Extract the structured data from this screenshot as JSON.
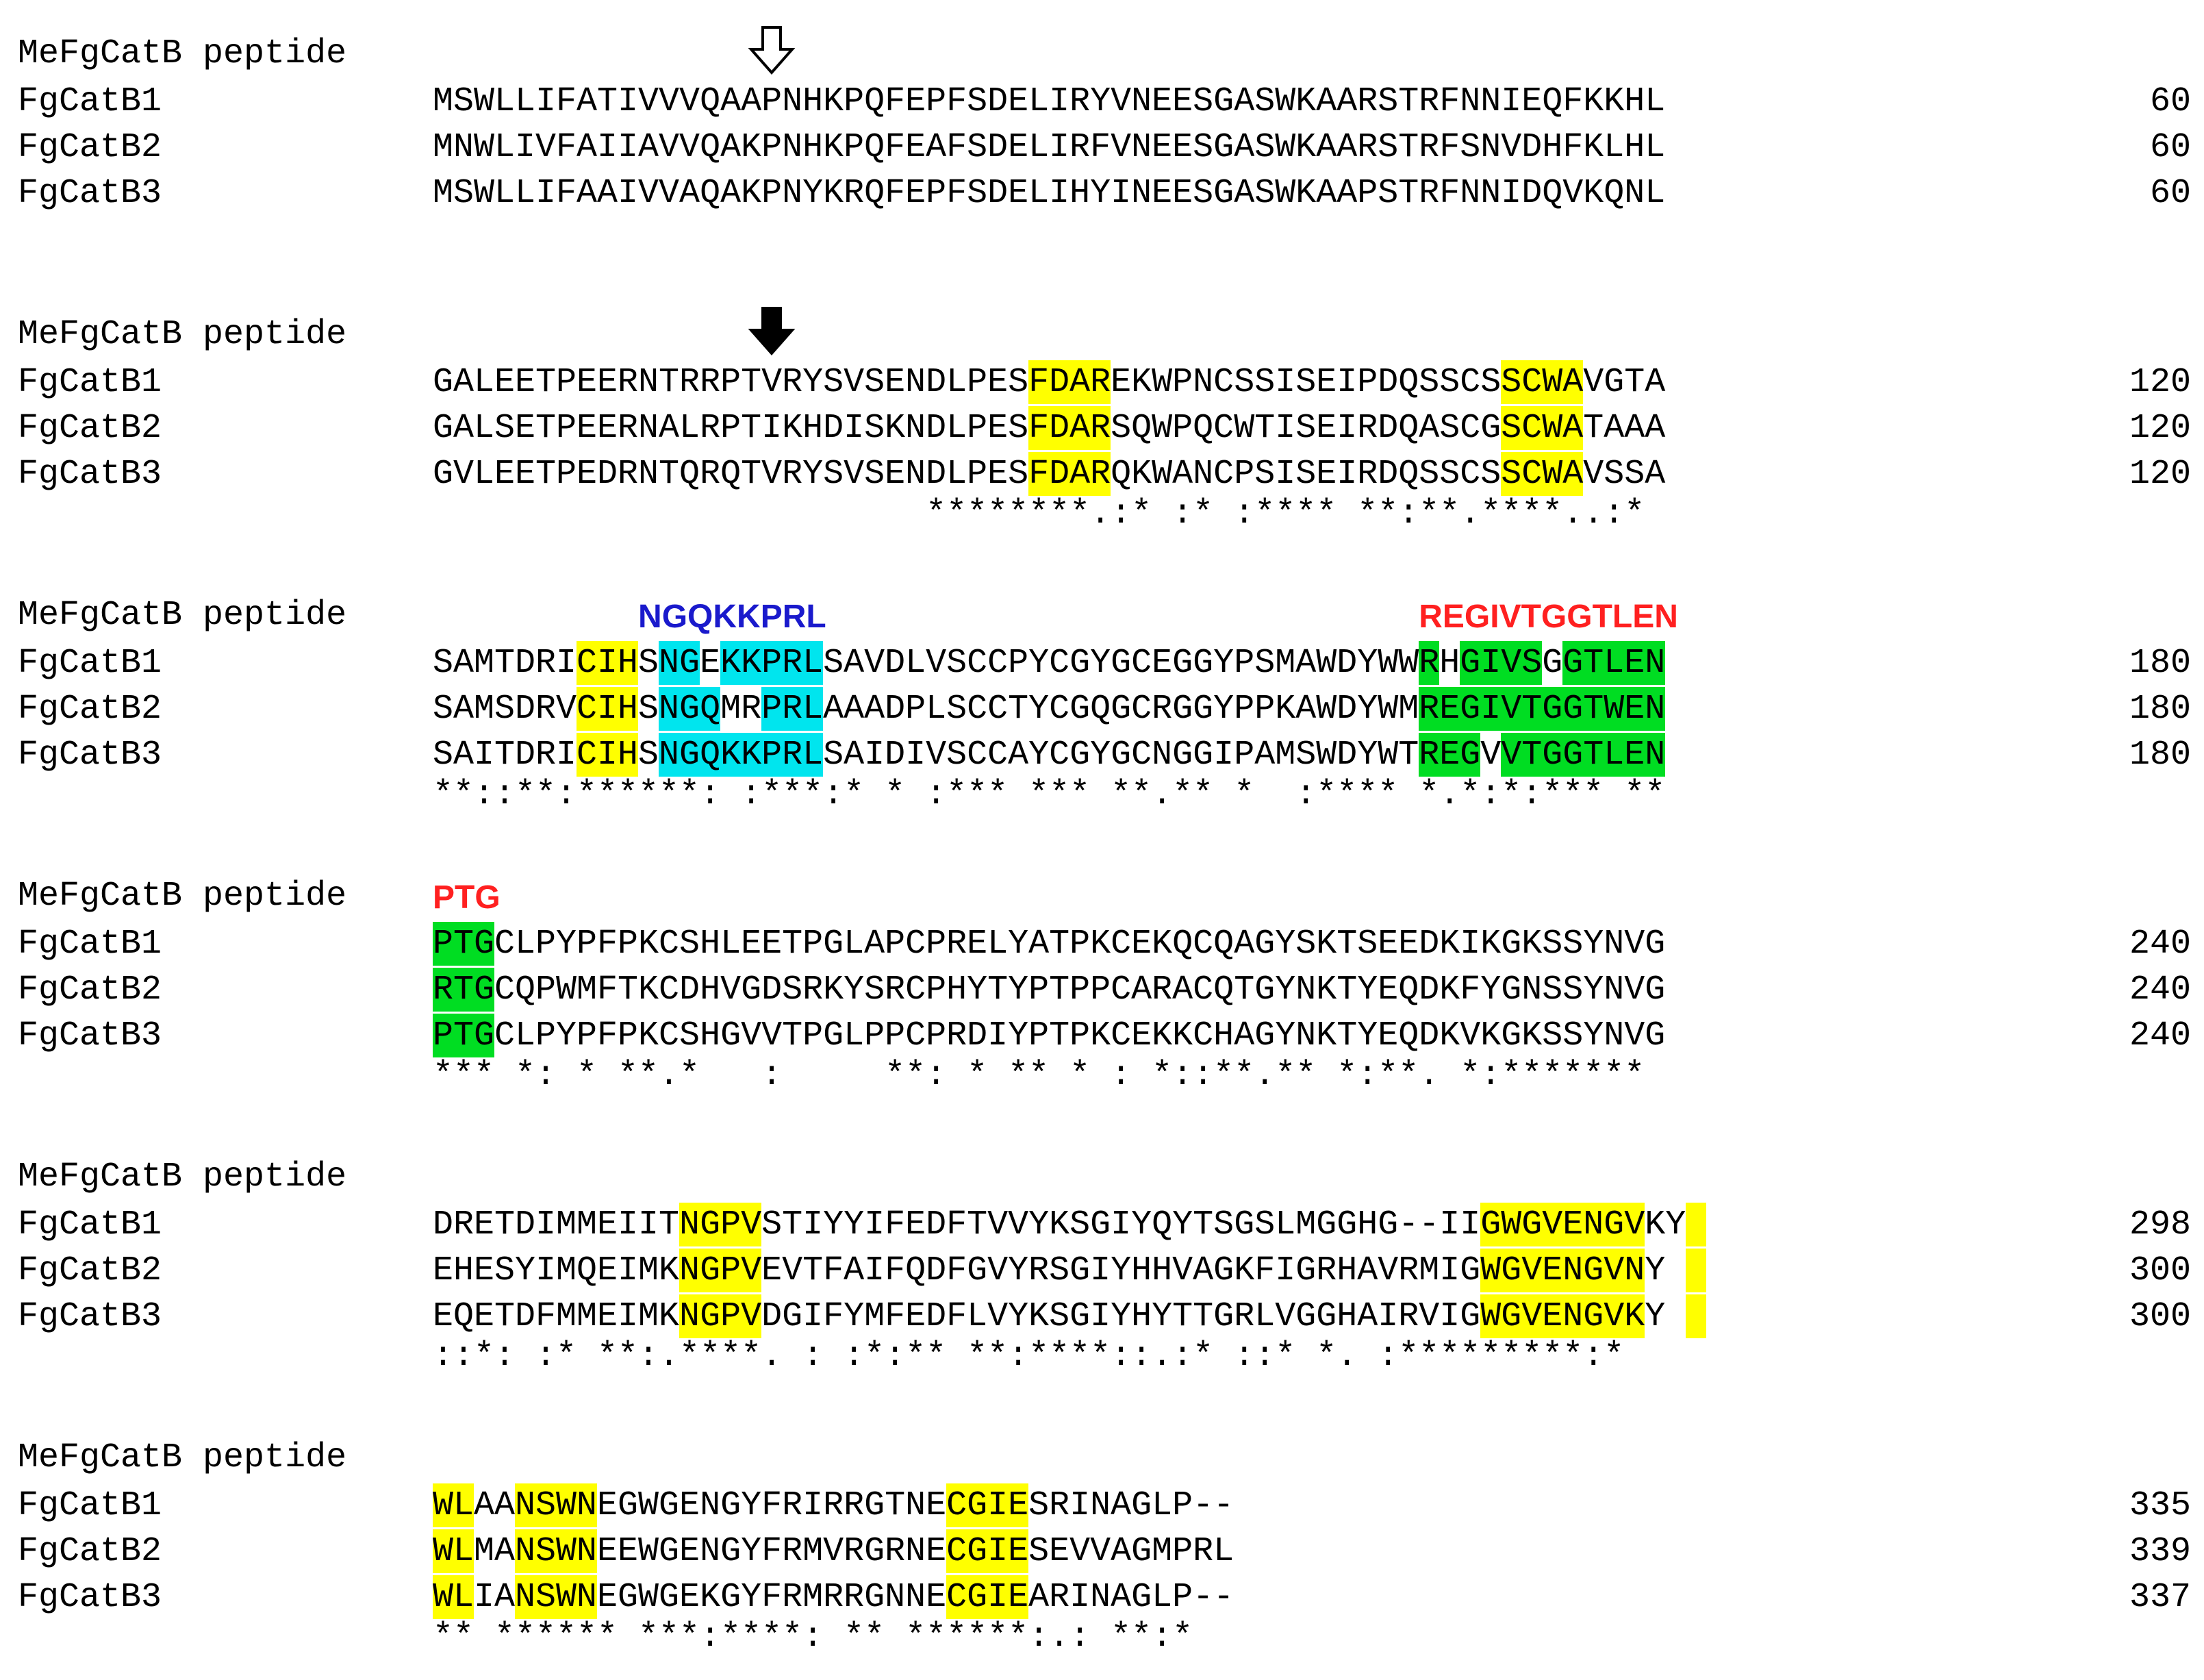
{
  "palette": {
    "motif": "#ffff00",
    "propeptide_box": "#00e5ee",
    "mature_box": "#00dd22",
    "pep_blue": "#1a1acc",
    "pep_red": "#ff2020"
  },
  "markers": {
    "open_arrow": {
      "name": "open-down-arrow",
      "block": 0,
      "position": 16
    },
    "filled_arrow": {
      "name": "filled-down-arrow",
      "block": 1,
      "position": 16
    }
  },
  "blocks": [
    {
      "peptide_label": "MeFgCatB peptide",
      "peptide_marks": [],
      "rows": [
        {
          "name": "FgCatB1",
          "seq": "MSWLLIFATIVVVQAAPNHKPQFEPFSDELIRYVNEESGASWKAARSTRFNNIEQFKKHL",
          "num": "60",
          "hl": []
        },
        {
          "name": "FgCatB2",
          "seq": "MNWLIVFAIIAVVQAKPNHKPQFEAFSDELIRFVNEESGASWKAARSTRFSNVDHFKLHL",
          "num": "60",
          "hl": []
        },
        {
          "name": "FgCatB3",
          "seq": "MSWLLIFAAIVVAQAKPNYKRQFEPFSDELIHYINEESGASWKAAPSTRFNNIDQVKQNL",
          "num": "60",
          "hl": []
        }
      ],
      "consensus": ""
    },
    {
      "peptide_label": "MeFgCatB peptide",
      "peptide_marks": [],
      "rows": [
        {
          "name": "FgCatB1",
          "seq": "GALEETPEERNTRRPTVRYSVSENDLPESFDAREKWPNCSSISEIPDQSSCSSCWAVGTA",
          "num": "120",
          "hl": [
            [
              29,
              4,
              "motif"
            ],
            [
              52,
              4,
              "motif"
            ]
          ]
        },
        {
          "name": "FgCatB2",
          "seq": "GALSETPEERNALRPTIKHDISKNDLPESFDARSQWPQCWTISEIRDQASCGSCWATAAA",
          "num": "120",
          "hl": [
            [
              29,
              4,
              "motif"
            ],
            [
              52,
              4,
              "motif"
            ]
          ]
        },
        {
          "name": "FgCatB3",
          "seq": "GVLEETPEDRNTQRQTVRYSVSENDLPESFDARQKWANCPSISEIRDQSSCSSCWAVSSA",
          "num": "120",
          "hl": [
            [
              29,
              4,
              "motif"
            ],
            [
              52,
              4,
              "motif"
            ]
          ]
        }
      ],
      "consensus": "                        ********.:* :* :**** **:**.****..:*"
    },
    {
      "peptide_label": "MeFgCatB peptide",
      "peptide_marks": [
        {
          "text": "NGQKKPRL",
          "pos": 10,
          "color": "pep_blue"
        },
        {
          "text": "REGIVTGGTLEN",
          "pos": 48,
          "color": "pep_red"
        }
      ],
      "rows": [
        {
          "name": "FgCatB1",
          "seq": "SAMTDRICIHSNGEKKPRLSAVDLVSCCPYCGYGCEGGYPSMAWDYWWRHGIVSGGTLEN",
          "num": "180",
          "hl": [
            [
              7,
              3,
              "motif"
            ],
            [
              11,
              2,
              "propeptide_box"
            ],
            [
              14,
              5,
              "propeptide_box"
            ],
            [
              48,
              1,
              "mature_box"
            ],
            [
              50,
              4,
              "mature_box"
            ],
            [
              55,
              5,
              "mature_box"
            ]
          ]
        },
        {
          "name": "FgCatB2",
          "seq": "SAMSDRVCIHSNGQMRPRLAAADPLSCCTYCGQGCRGGYPPKAWDYWMREGIVTGGTWEN",
          "num": "180",
          "hl": [
            [
              7,
              3,
              "motif"
            ],
            [
              11,
              3,
              "propeptide_box"
            ],
            [
              16,
              3,
              "propeptide_box"
            ],
            [
              48,
              10,
              "mature_box"
            ],
            [
              58,
              2,
              "mature_box"
            ]
          ]
        },
        {
          "name": "FgCatB3",
          "seq": "SAITDRICIHSNGQKKPRLSAIDIVSCCAYCGYGCNGGIPAMSWDYWTREGVVTGGTLEN",
          "num": "180",
          "hl": [
            [
              7,
              3,
              "motif"
            ],
            [
              11,
              8,
              "propeptide_box"
            ],
            [
              48,
              3,
              "mature_box"
            ],
            [
              52,
              8,
              "mature_box"
            ]
          ]
        }
      ],
      "consensus": "**::**:******: :***:* * :*** *** **.** *  :**** *.*:*:*** **"
    },
    {
      "peptide_label": "MeFgCatB peptide",
      "peptide_marks": [
        {
          "text": "PTG",
          "pos": 0,
          "color": "pep_red"
        }
      ],
      "rows": [
        {
          "name": "FgCatB1",
          "seq": "PTGCLPYPFPKCSHLEETPGLAPCPRELYATPKCEKQCQAGYSKTSEEDKIKGKSSYNVG",
          "num": "240",
          "hl": [
            [
              0,
              3,
              "mature_box"
            ]
          ]
        },
        {
          "name": "FgCatB2",
          "seq": "RTGCQPWMFTKCDHVGDSRKYSRCPHYTYPTPPCARACQTGYNKTYEQDKFYGNSSYNVG",
          "num": "240",
          "hl": [
            [
              0,
              3,
              "mature_box"
            ]
          ]
        },
        {
          "name": "FgCatB3",
          "seq": "PTGCLPYPFPKCSHGVVTPGLPPCPRDIYPTPKCEKKCHAGYNKTYEQDKVKGKSSYNVG",
          "num": "240",
          "hl": [
            [
              0,
              3,
              "mature_box"
            ]
          ]
        }
      ],
      "consensus": "*** *: * **.*   :     **: * ** * : *::**.** *:**. *:*******"
    },
    {
      "peptide_label": "MeFgCatB peptide",
      "peptide_marks": [],
      "rows": [
        {
          "name": "FgCatB1",
          "seq": "DRETDIMMEIITNGPVSTIYYIFEDFTVVYKSGIYQYTSGSLMGGHG--IIGWGVENGVKY",
          "num": "298",
          "hl": [
            [
              12,
              4,
              "motif"
            ],
            [
              51,
              8,
              "motif"
            ],
            [
              61,
              1,
              "motif"
            ]
          ]
        },
        {
          "name": "FgCatB2",
          "seq": "EHESYIMQEIMKNGPVEVTFAIFQDFGVYRSGIYHHVAGKFIGRHAVRMIGWGVENGVNY",
          "num": "300",
          "hl": [
            [
              12,
              4,
              "motif"
            ],
            [
              51,
              8,
              "motif"
            ],
            [
              61,
              1,
              "motif"
            ]
          ]
        },
        {
          "name": "FgCatB3",
          "seq": "EQETDFMMEIMKNGPVDGIFYMFEDFLVYKSGIYHYTTGRLVGGHAIRVIGWGVENGVKY",
          "num": "300",
          "hl": [
            [
              12,
              4,
              "motif"
            ],
            [
              51,
              8,
              "motif"
            ],
            [
              61,
              1,
              "motif"
            ]
          ]
        }
      ],
      "consensus": "::*: :* **:.****. : :*:** **:****::.:* ::* *. :*********:*"
    },
    {
      "peptide_label": "MeFgCatB peptide",
      "peptide_marks": [],
      "rows": [
        {
          "name": "FgCatB1",
          "seq": "WLAANSWNEGWGENGYFRIRRGTNECGIESRINAGLP--",
          "num": "335",
          "hl": [
            [
              0,
              2,
              "motif"
            ],
            [
              4,
              4,
              "motif"
            ],
            [
              25,
              4,
              "motif"
            ]
          ]
        },
        {
          "name": "FgCatB2",
          "seq": "WLMANSWNEEWGENGYFRMVRGRNECGIESEVVAGMPRL",
          "num": "339",
          "hl": [
            [
              0,
              2,
              "motif"
            ],
            [
              4,
              4,
              "motif"
            ],
            [
              25,
              4,
              "motif"
            ]
          ]
        },
        {
          "name": "FgCatB3",
          "seq": "WLIANSWNEGWGEKGYFRMRRGNNECGIEARINAGLP--",
          "num": "337",
          "hl": [
            [
              0,
              2,
              "motif"
            ],
            [
              4,
              4,
              "motif"
            ],
            [
              25,
              4,
              "motif"
            ]
          ]
        }
      ],
      "consensus": "** ****** ***:****: ** ******:.: **:*"
    }
  ]
}
